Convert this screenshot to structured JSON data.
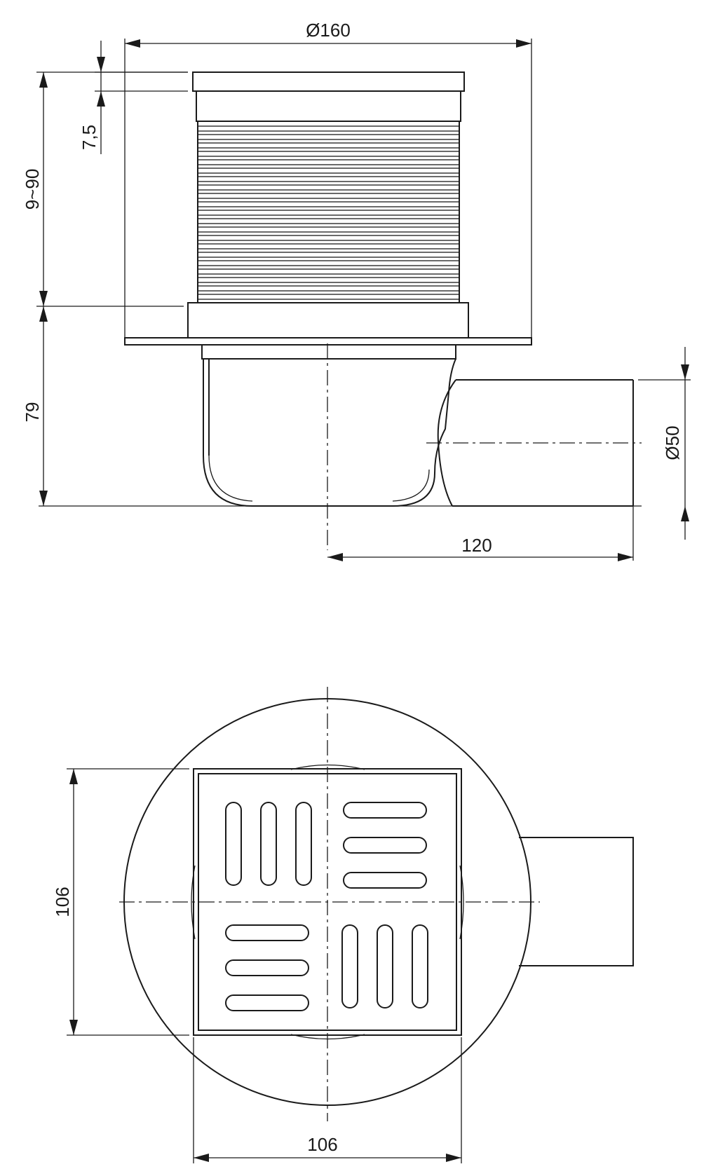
{
  "dimensions": {
    "diameter_top": "Ø160",
    "grate_height": "7,5",
    "height_range": "9~90",
    "body_height": "79",
    "outlet_diameter": "Ø50",
    "outlet_length": "120",
    "grate_height_top_view": "106",
    "grate_width_top_view": "106"
  },
  "colors": {
    "line": "#1a1a1a",
    "background": "#ffffff"
  }
}
